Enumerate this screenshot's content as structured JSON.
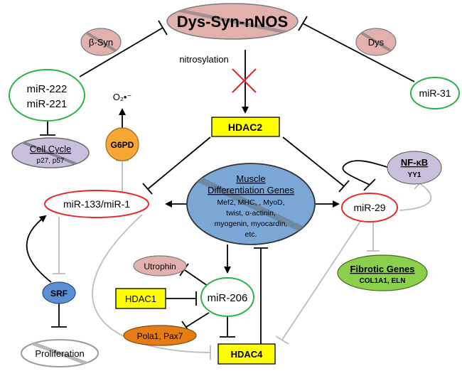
{
  "nodes": {
    "dys_syn_nnos": "Dys-Syn-nNOS",
    "beta_syn": "β-Syn",
    "dys": "Dys",
    "mir_222": "miR-222",
    "mir_221": "miR-221",
    "mir_31": "miR-31",
    "nitrosylation": "nitrosylation",
    "o2_radical": "O₂•⁻",
    "hdac2": "HDAC2",
    "g6pd": "G6PD",
    "cell_cycle": "Cell Cycle",
    "cell_cycle_sub": "p27, p57",
    "nfkb": "NF-κB",
    "yy1": "YY1",
    "mir_133_mir_1": "miR-133/miR-1",
    "mir_29": "miR-29",
    "muscle_title_1": "Muscle",
    "muscle_title_2": "Differentiation Genes",
    "muscle_gene_line_1": "Mef2, MHC, , MyoD,",
    "muscle_gene_line_2": "twist, α-actinin,",
    "muscle_gene_line_3": "myogenin, myocardin,",
    "muscle_gene_line_4": "etc.",
    "utrophin": "Utrophin",
    "hdac1": "HDAC1",
    "mir_206": "miR-206",
    "srf": "SRF",
    "fibrotic_title": "Fibrotic Genes",
    "fibrotic_sub": "COL1A1, ELN",
    "pola1_pax7": "Pola1, Pax7",
    "proliferation": "Proliferation",
    "hdac4": "HDAC4"
  },
  "colors": {
    "dys_syn_fill": "#e3b1ad",
    "mir_border_green": "#2bb34a",
    "mir_border_red": "#e8282a",
    "hdac_yellow": "#ffff00",
    "g6pd_orange": "#f6a733",
    "cell_cycle_fill": "#c9c0dc",
    "muscle_fill": "#7aa7d6",
    "srf_blue": "#5b8fd6",
    "fibrotic_green": "#8bcf4b",
    "pola_orange": "#e57d14",
    "inhibit_gray": "#bdbdbd",
    "edge_black": "#000000",
    "block_red": "#e8282a"
  }
}
